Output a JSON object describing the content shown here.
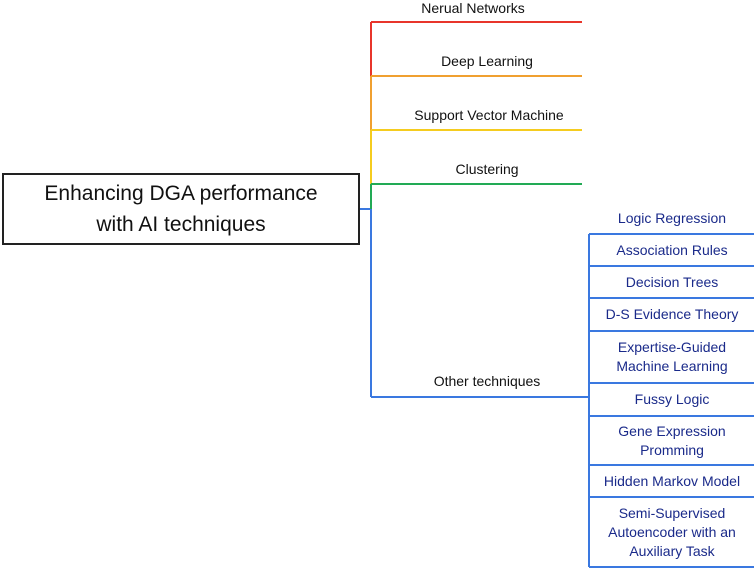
{
  "root": {
    "title": "Enhancing DGA performance\nwith AI techniques"
  },
  "branches": [
    {
      "label": "Nerual Networks",
      "color": "#e8352b"
    },
    {
      "label": "Deep Learning",
      "color": "#f0a030"
    },
    {
      "label": "Support Vector Machine",
      "color": "#f5cc1f"
    },
    {
      "label": "Clustering",
      "color": "#22aa55"
    },
    {
      "label": "Other techniques",
      "color": "#3a78e0"
    }
  ],
  "other_techniques": [
    "Logic Regression",
    "Association Rules",
    "Decision Trees",
    "D-S Evidence Theory",
    "Expertise-Guided\nMachine Learning",
    "Fussy Logic",
    "Gene Expression\nPromming",
    "Hidden Markov Model",
    "Semi-Supervised\nAutoencoder with an\nAuxiliary Task"
  ],
  "colors": {
    "root_border": "#222222",
    "leaf_text": "#1a2a8a",
    "leaf_line": "#3a78e0"
  }
}
